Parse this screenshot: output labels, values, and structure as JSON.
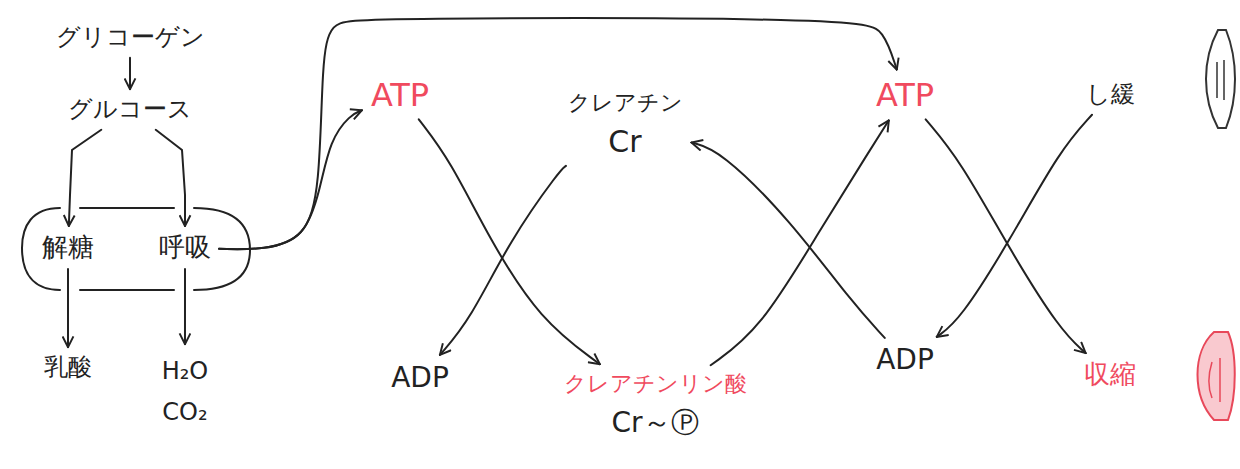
{
  "diagram": {
    "nodes": [
      {
        "text": [
          "グリコーゲン"
        ]
      },
      {
        "text": [
          "グルコース"
        ]
      },
      {
        "text": [
          "解糖"
        ]
      },
      {
        "text": [
          "呼吸"
        ]
      },
      {
        "text": [
          "乳酸"
        ]
      },
      {
        "text": [
          "H₂O CO₂"
        ]
      },
      {
        "text": [
          "ATP"
        ]
      },
      {
        "text": [
          "クレアチン",
          "Cr"
        ]
      },
      {
        "text": [
          "ADP"
        ]
      },
      {
        "text": [
          "クレアチンリン酸",
          "Cr～Ⓟ"
        ]
      },
      {
        "text": [
          "ATP"
        ]
      },
      {
        "text": [
          "ADP"
        ]
      },
      {
        "text": [
          "し緩"
        ]
      },
      {
        "text": [
          "収縮"
        ]
      }
    ],
    "edges": [
      {
        "from": 0,
        "to": 1,
        "arrow": "to"
      },
      {
        "from": 1,
        "to": 2,
        "arrow": "to"
      },
      {
        "from": 1,
        "to": 3,
        "arrow": "to"
      },
      {
        "from": 2,
        "to": 4,
        "arrow": "to"
      },
      {
        "from": 3,
        "to": 5,
        "arrow": "to"
      },
      {
        "from": 3,
        "to": 6,
        "arrow": "to"
      },
      {
        "from": 3,
        "to": 10,
        "arrow": "to"
      },
      {
        "from": 6,
        "to": 9,
        "arrow": "to"
      },
      {
        "from": 7,
        "to": 8,
        "arrow": "to"
      },
      {
        "from": 9,
        "to": 10,
        "arrow": "to"
      },
      {
        "from": 11,
        "to": 7,
        "arrow": "to"
      },
      {
        "from": 10,
        "to": 13,
        "arrow": "to"
      },
      {
        "from": 12,
        "to": 11,
        "arrow": "to"
      }
    ]
  }
}
